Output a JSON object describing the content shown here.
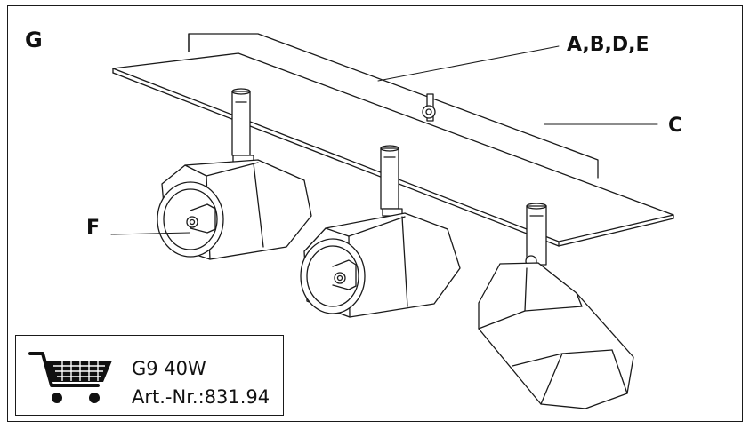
{
  "panel_letter": "G",
  "callouts": {
    "canopy": "A,B,D,E",
    "rail": "C",
    "lamp": "F"
  },
  "spec_box": {
    "icon": "shopping-cart-icon",
    "bulb": "G9 40W",
    "article_number": "Art.-Nr.:831.94"
  }
}
